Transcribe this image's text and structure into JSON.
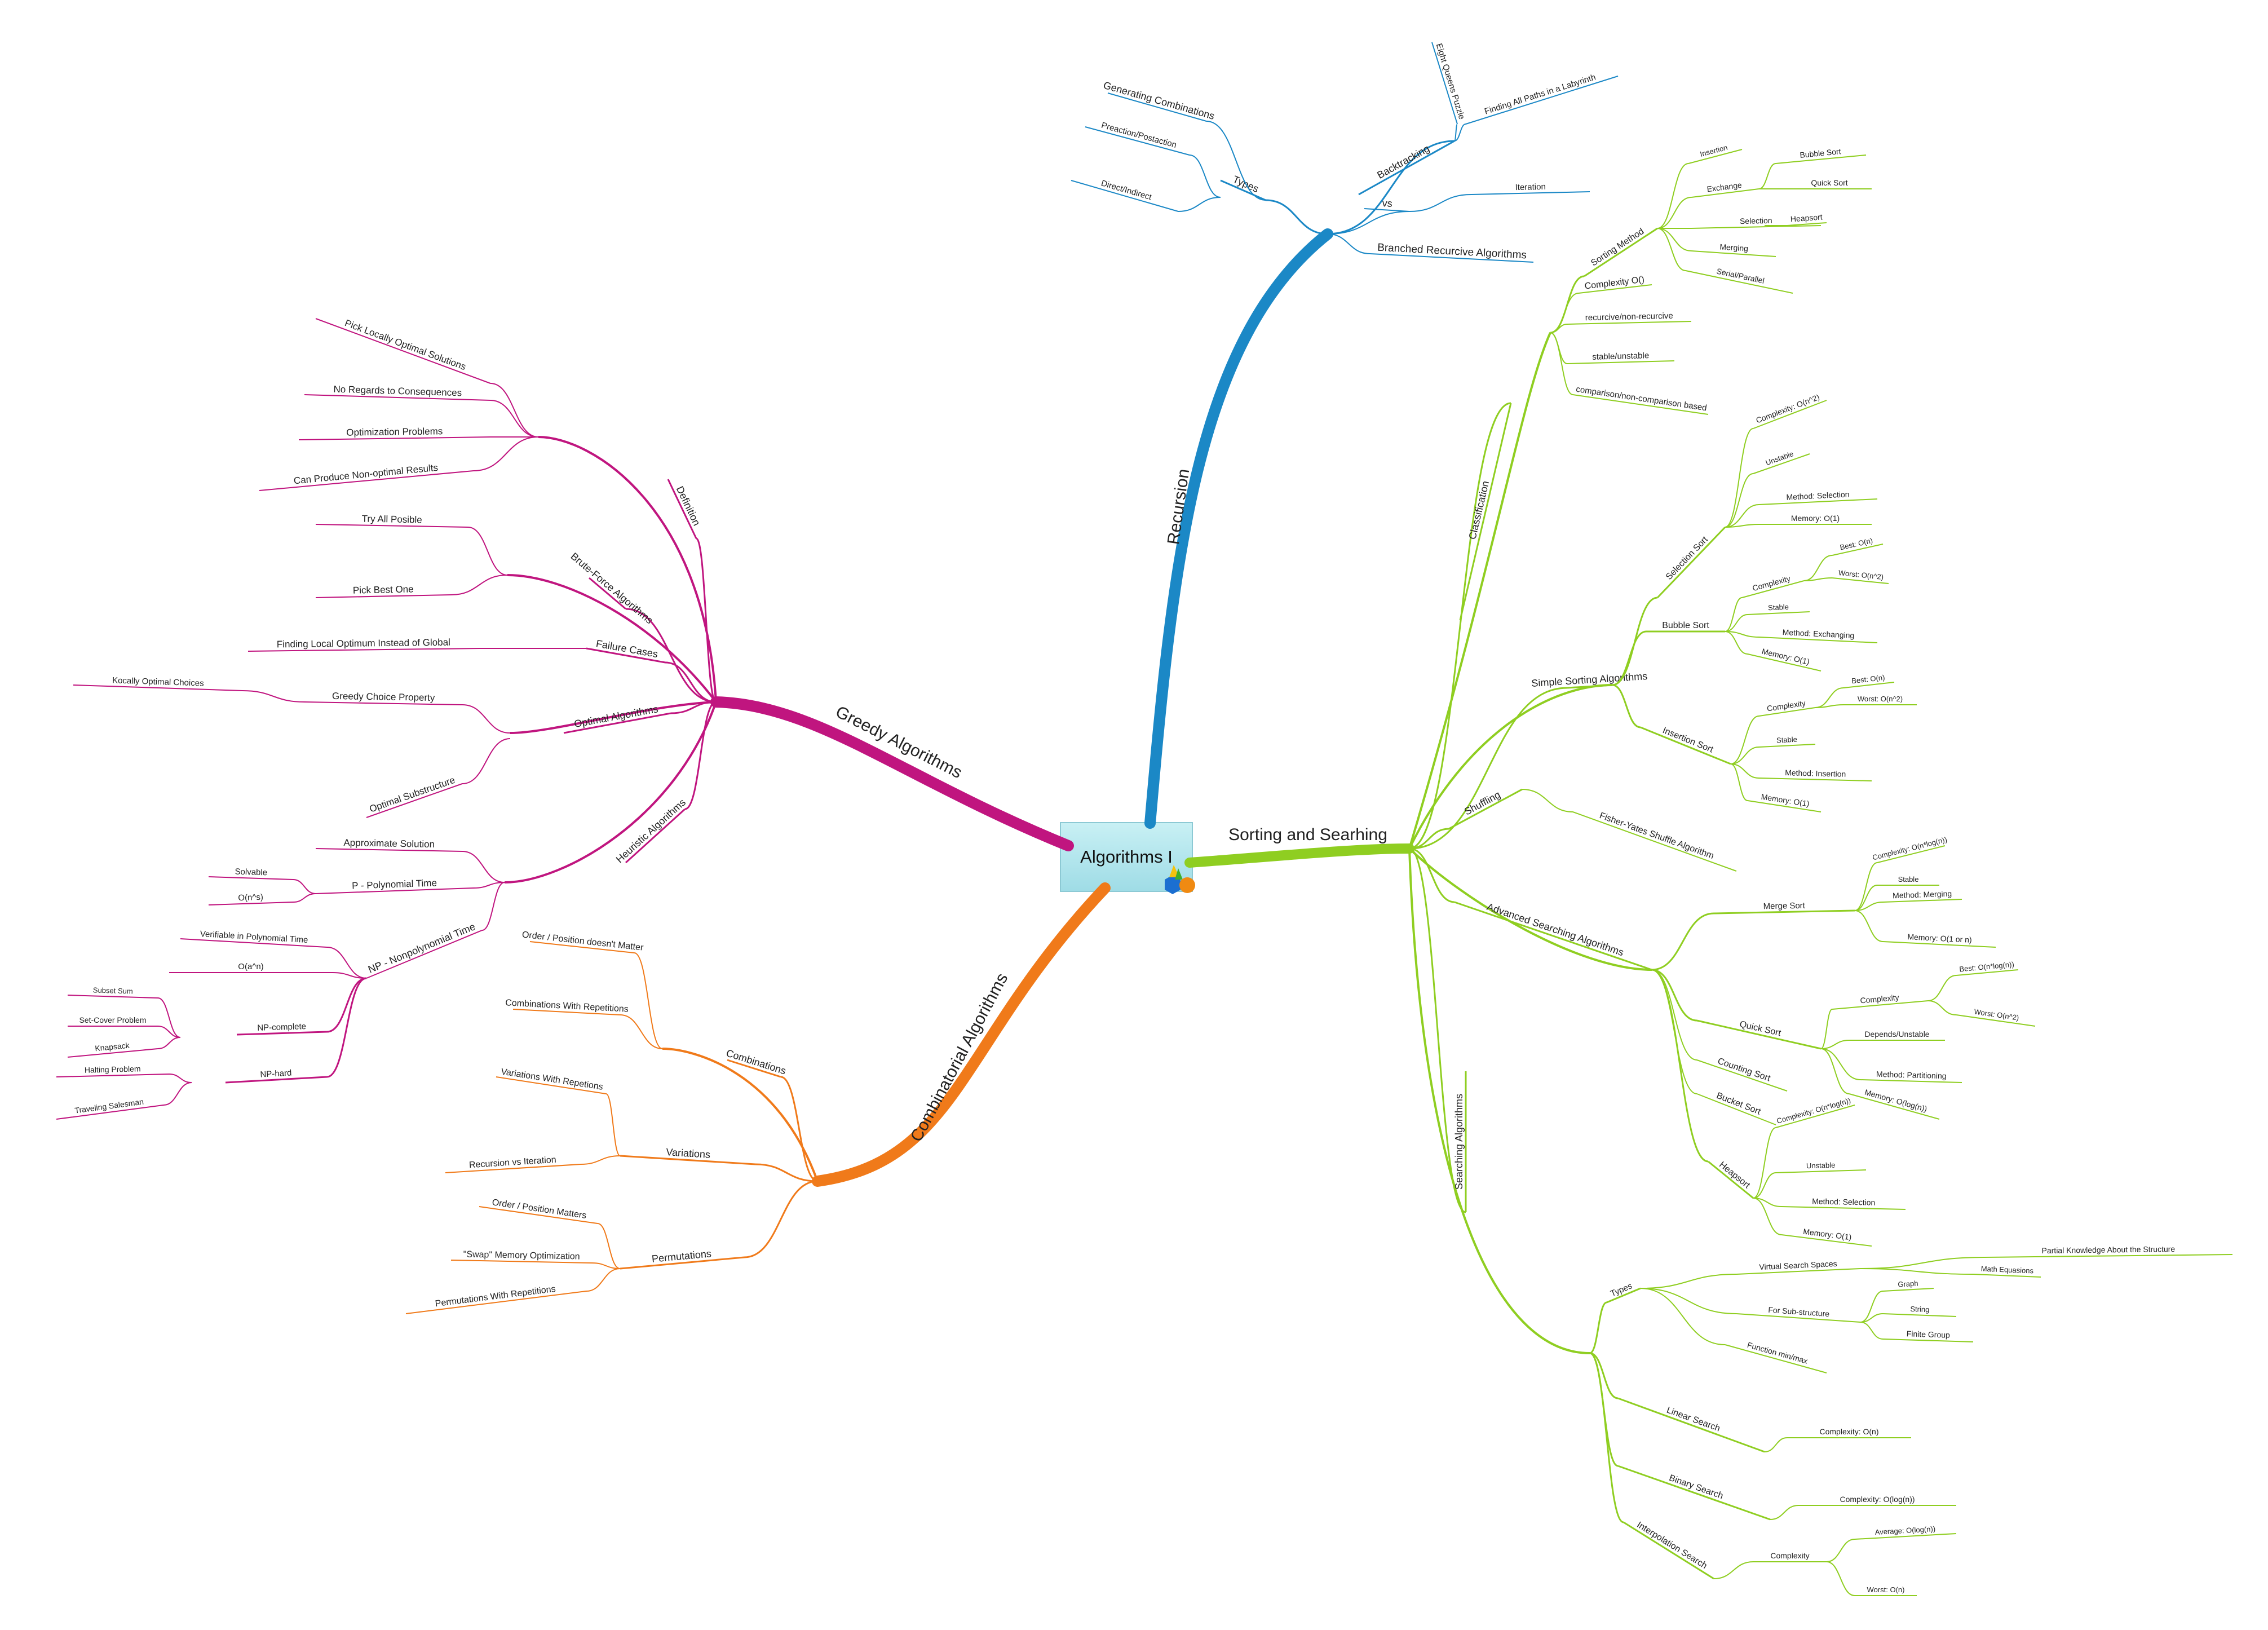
{
  "root": {
    "label": "Algorithms I"
  },
  "colors": {
    "recursion": "#1b88c6",
    "greedy": "#c0157f",
    "combinatorial": "#f07a1a",
    "sorting": "#8fce21"
  },
  "topics": {
    "recursion": "Recursion",
    "greedy": "Greedy Algorithms",
    "combinatorial": "Combinatorial Algorithms",
    "sorting": "Sorting and Searhing"
  },
  "recursion": {
    "types": "Types",
    "gen_comb": "Generating Combinations",
    "preaction": "Preaction/Postaction",
    "direct": "Direct/Indirect",
    "backtracking": "Backtracking",
    "eight_queens": "Eight Queens Puzzle",
    "labyrinth": "Finding All Paths in a Labyrinth",
    "vs": "vs",
    "iteration": "Iteration",
    "branched": "Branched Recurcive Algorithms"
  },
  "greedy": {
    "definition": "Definition",
    "pick_local": "Pick Locally Optimal Solutions",
    "no_regards": "No Regards to Consequences",
    "optimization": "Optimization Problems",
    "non_optimal": "Can Produce Non-optimal Results",
    "brute": "Brute-Force Algorithms",
    "try_all": "Try All Posible",
    "pick_best": "Pick Best One",
    "failure": "Failure Cases",
    "local_opt": "Finding Local Optimum Instead of Global",
    "optimal": "Optimal Algorithms",
    "greedy_choice": "Greedy Choice Property",
    "locally_opt": "Kocally Optimal Choices",
    "substructure": "Optimal Substructure",
    "heuristic": "Heuristic Algorithms",
    "approx": "Approximate Solution",
    "p_poly": "P - Polynomial Time",
    "solvable": "Solvable",
    "on_s": "O(n^s)",
    "np": "NP - Nonpolynomial Time",
    "verifiable": "Verifiable in Polynomial Time",
    "o2n": "O(a^n)",
    "np_complete": "NP-complete",
    "subset": "Subset Sum",
    "setcover": "Set-Cover Problem",
    "knapsack": "Knapsack",
    "np_hard": "NP-hard",
    "halting": "Halting Problem",
    "salesman": "Traveling Salesman"
  },
  "combinatorial": {
    "combinations": "Combinations",
    "order_doesnt": "Order / Position doesn't Matter",
    "comb_rep": "Combinations With Repetitions",
    "variations": "Variations",
    "var_rep": "Variations With Repetions",
    "rec_vs_iter": "Recursion vs Iteration",
    "permutations": "Permutations",
    "order_matters": "Order / Position Matters",
    "swap": "\"Swap\" Memory Optimization",
    "perm_rep": "Permutations With Repetitions"
  },
  "sorting": {
    "classification": "Classification",
    "sorting_method": "Sorting Method",
    "insertion": "Insertion",
    "exchange": "Exchange",
    "bubble": "Bubble Sort",
    "quick": "Quick Sort",
    "selection": "Selection",
    "heapsort": "Heapsort",
    "merging": "Merging",
    "serial": "Serial/Parallel",
    "complexity_o": "Complexity O()",
    "recursive": "recurcive/non-recurcive",
    "stable": "stable/unstable",
    "comparison": "comparison/non-comparison based",
    "simple": "Simple Sorting Algorithms",
    "sel_sort": "Selection Sort",
    "sel_cx": "Complexity: O(n^2)",
    "unstable": "Unstable",
    "sel_method": "Method: Selection",
    "mem_o1": "Memory: O(1)",
    "bub_sort": "Bubble Sort",
    "complexity": "Complexity",
    "best_on": "Best: O(n)",
    "worst_n2": "Worst: O(n^2)",
    "stable_lbl": "Stable",
    "meth_exch": "Method: Exchanging",
    "ins_sort": "Insertion Sort",
    "meth_ins": "Method: Insertion",
    "shuffling": "Shuffling",
    "fisher": "Fisher-Yates Shuffle Algorithm",
    "advanced": "Advanced Searching Algorithms",
    "merge_sort": "Merge Sort",
    "cx_nlogn": "Complexity: O(n*log(n))",
    "meth_merg": "Method: Merging",
    "mem_1n": "Memory: O(1 or n)",
    "quick_sort": "Quick Sort",
    "best_nlogn": "Best: O(n*log(n))",
    "depends": "Depends/Unstable",
    "meth_part": "Method: Partitioning",
    "mem_logn": "Memory: O(log(n))",
    "counting": "Counting Sort",
    "bucket": "Bucket Sort",
    "heap_sort": "Heapsort",
    "meth_sel": "Method: Selection",
    "searching": "Searching Algorithms",
    "types": "Types",
    "virtual": "Virtual Search Spaces",
    "partial": "Partial Knowledge About the Structure",
    "math": "Math Equasions",
    "for_sub": "For Sub-structure",
    "graph": "Graph",
    "string": "String",
    "finite": "Finite Group",
    "func_minmax": "Function min/max",
    "linear": "Linear Search",
    "cx_on": "Complexity: O(n)",
    "binary": "Binary Search",
    "cx_logn": "Complexity: O(log(n))",
    "interp": "Interpolation Search",
    "avg": "Average: O(log(n))",
    "worst_on": "Worst: O(n)"
  }
}
